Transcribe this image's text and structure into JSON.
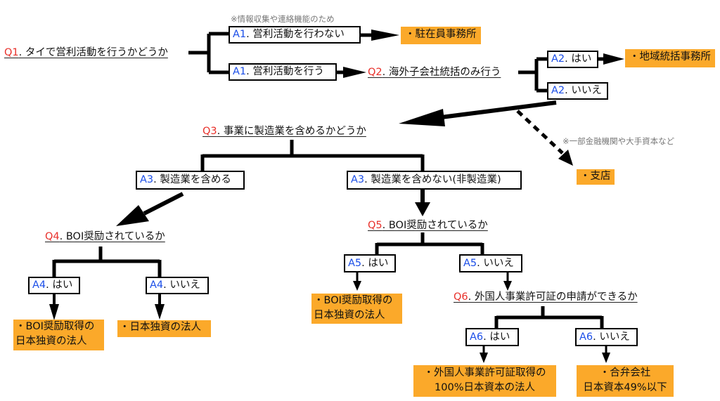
{
  "colors": {
    "question_number": "#e8302a",
    "answer_number": "#1b4ee8",
    "result_fill": "#fba92a",
    "line": "#000000",
    "note_text": "#777777"
  },
  "notes": {
    "rep_office": "※情報収集や連絡機能のため",
    "branch": "※一部金融機関や大手資本など"
  },
  "questions": {
    "q1": {
      "num": "Q1",
      "text": ". タイで営利活動を行うかどうか"
    },
    "q2": {
      "num": "Q2",
      "text": ". 海外子会社統括のみ行う"
    },
    "q3": {
      "num": "Q3",
      "text": ". 事業に製造業を含めるかどうか"
    },
    "q4": {
      "num": "Q4",
      "text": ". BOI奨励されているか"
    },
    "q5": {
      "num": "Q5",
      "text": ". BOI奨励されているか"
    },
    "q6": {
      "num": "Q6",
      "text": ". 外国人事業許可証の申請ができるか"
    }
  },
  "answers": {
    "a1_no": {
      "num": "A1",
      "text": ". 営利活動を行わない"
    },
    "a1_yes": {
      "num": "A1",
      "text": ". 営利活動を行う"
    },
    "a2_yes": {
      "num": "A2",
      "text": ". はい"
    },
    "a2_no": {
      "num": "A2",
      "text": ". いいえ"
    },
    "a3_yes": {
      "num": "A3",
      "text": ". 製造業を含める"
    },
    "a3_no": {
      "num": "A3",
      "text": ". 製造業を含めない(非製造業)"
    },
    "a4_yes": {
      "num": "A4",
      "text": ". はい"
    },
    "a4_no": {
      "num": "A4",
      "text": ". いいえ"
    },
    "a5_yes": {
      "num": "A5",
      "text": ". はい"
    },
    "a5_no": {
      "num": "A5",
      "text": ". いいえ"
    },
    "a6_yes": {
      "num": "A6",
      "text": ". はい"
    },
    "a6_no": {
      "num": "A6",
      "text": ". いいえ"
    }
  },
  "results": {
    "rep_office": {
      "lines": [
        "・駐在員事務所"
      ]
    },
    "regional_hq": {
      "lines": [
        "・地域統括事務所"
      ]
    },
    "branch": {
      "lines": [
        "・支店"
      ]
    },
    "a4_yes": {
      "lines": [
        "・BOI奨励取得の",
        "日本独資の法人"
      ]
    },
    "a4_no": {
      "lines": [
        "・日本独資の法人"
      ]
    },
    "a5_yes": {
      "lines": [
        "・BOI奨励取得の",
        "日本独資の法人"
      ]
    },
    "a6_yes": {
      "lines": [
        "・外国人事業許可証取得の",
        "100%日本資本の法人"
      ]
    },
    "a6_no": {
      "lines": [
        "・合弁会社",
        "日本資本49%以下"
      ]
    }
  }
}
